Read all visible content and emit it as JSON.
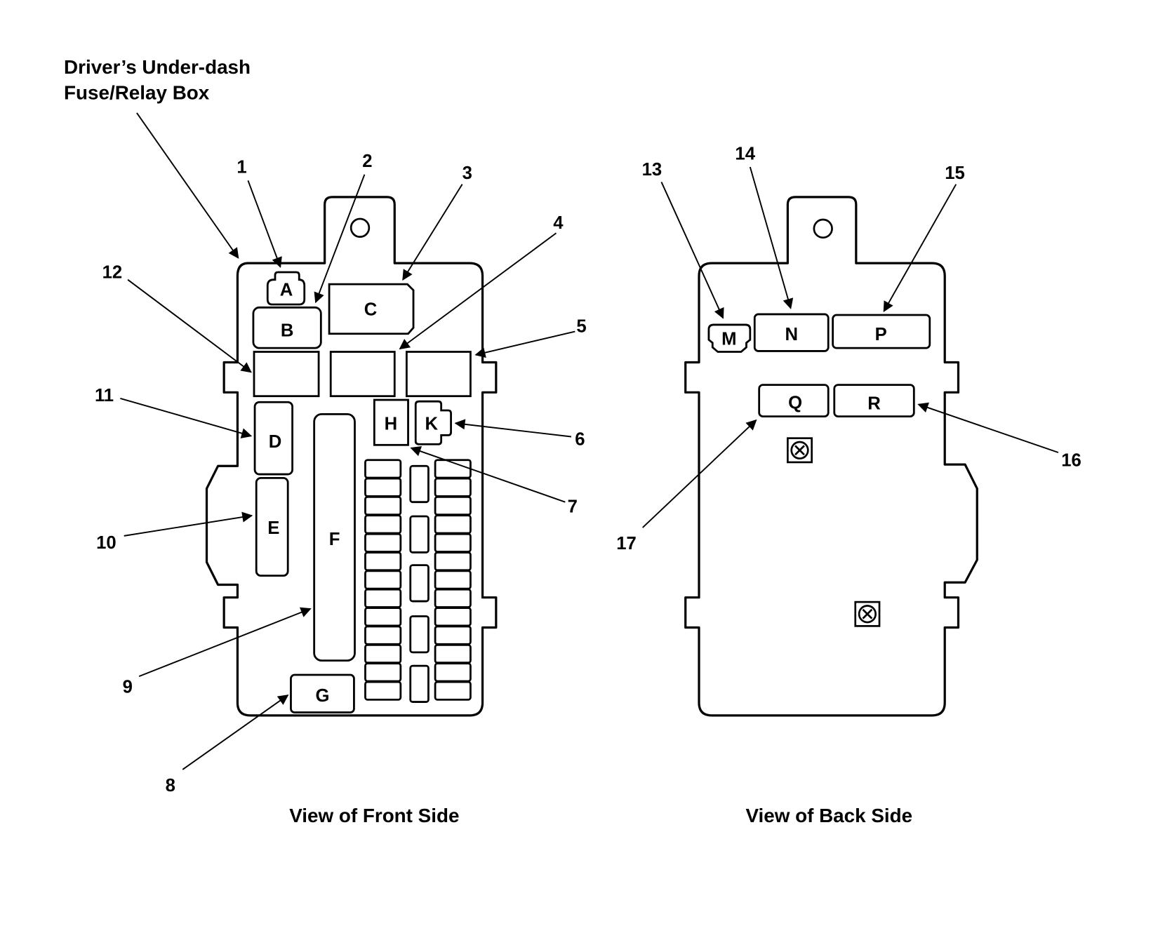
{
  "title": {
    "line1": "Driver’s Under-dash",
    "line2": "Fuse/Relay Box"
  },
  "captions": {
    "front": "View of Front Side",
    "back": "View of Back Side"
  },
  "front_components": {
    "A": "A",
    "B": "B",
    "C": "C",
    "D": "D",
    "E": "E",
    "F": "F",
    "G": "G",
    "H": "H",
    "K": "K"
  },
  "back_components": {
    "M": "M",
    "N": "N",
    "P": "P",
    "Q": "Q",
    "R": "R"
  },
  "callouts": [
    "1",
    "2",
    "3",
    "4",
    "5",
    "6",
    "7",
    "8",
    "9",
    "10",
    "11",
    "12",
    "13",
    "14",
    "15",
    "16",
    "17"
  ],
  "fuse_grid": {
    "left_column_count": 13,
    "middle_column_count": 5,
    "right_column_count": 13
  },
  "colors": {
    "line": "#000000",
    "background": "#ffffff"
  }
}
